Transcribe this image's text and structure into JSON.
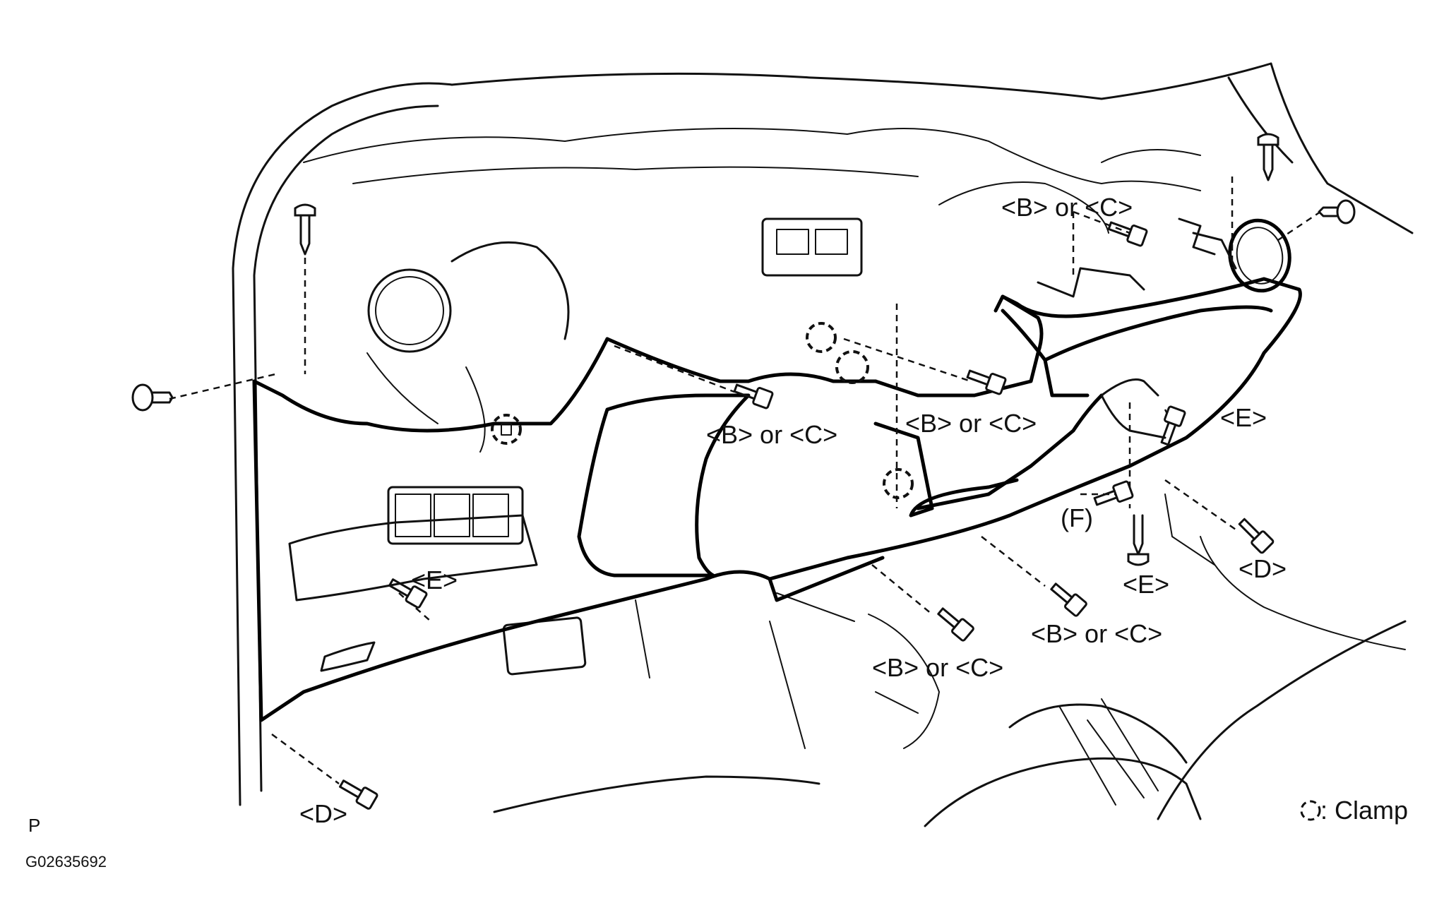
{
  "callouts": {
    "bc_top_right": "<B> or <C>",
    "bc_left": "<B> or <C>",
    "bc_center": "<B> or <C>",
    "bc_lower_right": "<B> or <C>",
    "bc_lower_center": "<B> or <C>",
    "e_right": "<E>",
    "e_left": "<E>",
    "e_lower": "<E>",
    "d_right": "<D>",
    "d_left": "<D>",
    "f_label": "(F)"
  },
  "legend": {
    "clamp_label": ": Clamp"
  },
  "corner_mark": "P",
  "figure_id": "G02635692"
}
